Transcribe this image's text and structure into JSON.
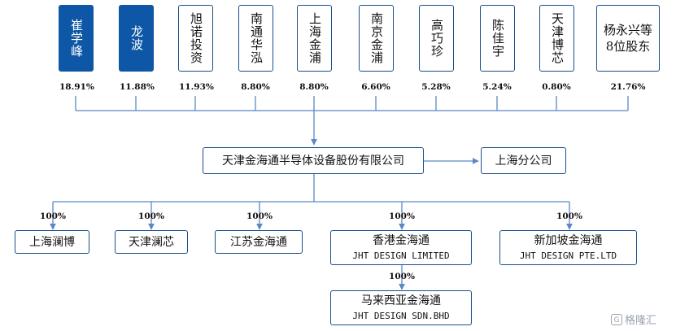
{
  "shareholders": [
    {
      "name": "崔学峰",
      "pct": "18.91%",
      "highlight": true
    },
    {
      "name": "龙波",
      "pct": "11.88%",
      "highlight": true
    },
    {
      "name": "旭诺投资",
      "pct": "11.93%",
      "highlight": false
    },
    {
      "name": "南通华泓",
      "pct": "8.80%",
      "highlight": false
    },
    {
      "name": "上海金浦",
      "pct": "8.80%",
      "highlight": false
    },
    {
      "name": "南京金浦",
      "pct": "6.60%",
      "highlight": false
    },
    {
      "name": "高巧珍",
      "pct": "5.28%",
      "highlight": false
    },
    {
      "name": "陈佳宇",
      "pct": "5.24%",
      "highlight": false
    },
    {
      "name": "天津博芯",
      "pct": "0.80%",
      "highlight": false
    },
    {
      "name_line1": "杨永兴等",
      "name_line2": "8位股东",
      "pct": "21.76%",
      "highlight": false
    }
  ],
  "company": {
    "name": "天津金海通半导体设备股份有限公司"
  },
  "branch": {
    "name": "上海分公司"
  },
  "subsidiaries": [
    {
      "name": "上海澜博",
      "pct": "100%"
    },
    {
      "name": "天津澜芯",
      "pct": "100%"
    },
    {
      "name": "江苏金海通",
      "pct": "100%"
    },
    {
      "name": "香港金海通",
      "name_en": "JHT DESIGN LIMITED",
      "pct": "100%"
    },
    {
      "name": "新加坡金海通",
      "name_en": "JHT DESIGN PTE.LTD",
      "pct": "100%"
    }
  ],
  "sub_subsidiary": {
    "name": "马来西亚金海通",
    "name_en": "JHT DESIGN SDN.BHD",
    "pct": "100%"
  },
  "watermark": {
    "icon": "G",
    "text": "格隆汇"
  },
  "colors": {
    "primary": "#0d57a6",
    "line": "#5b88c5"
  }
}
